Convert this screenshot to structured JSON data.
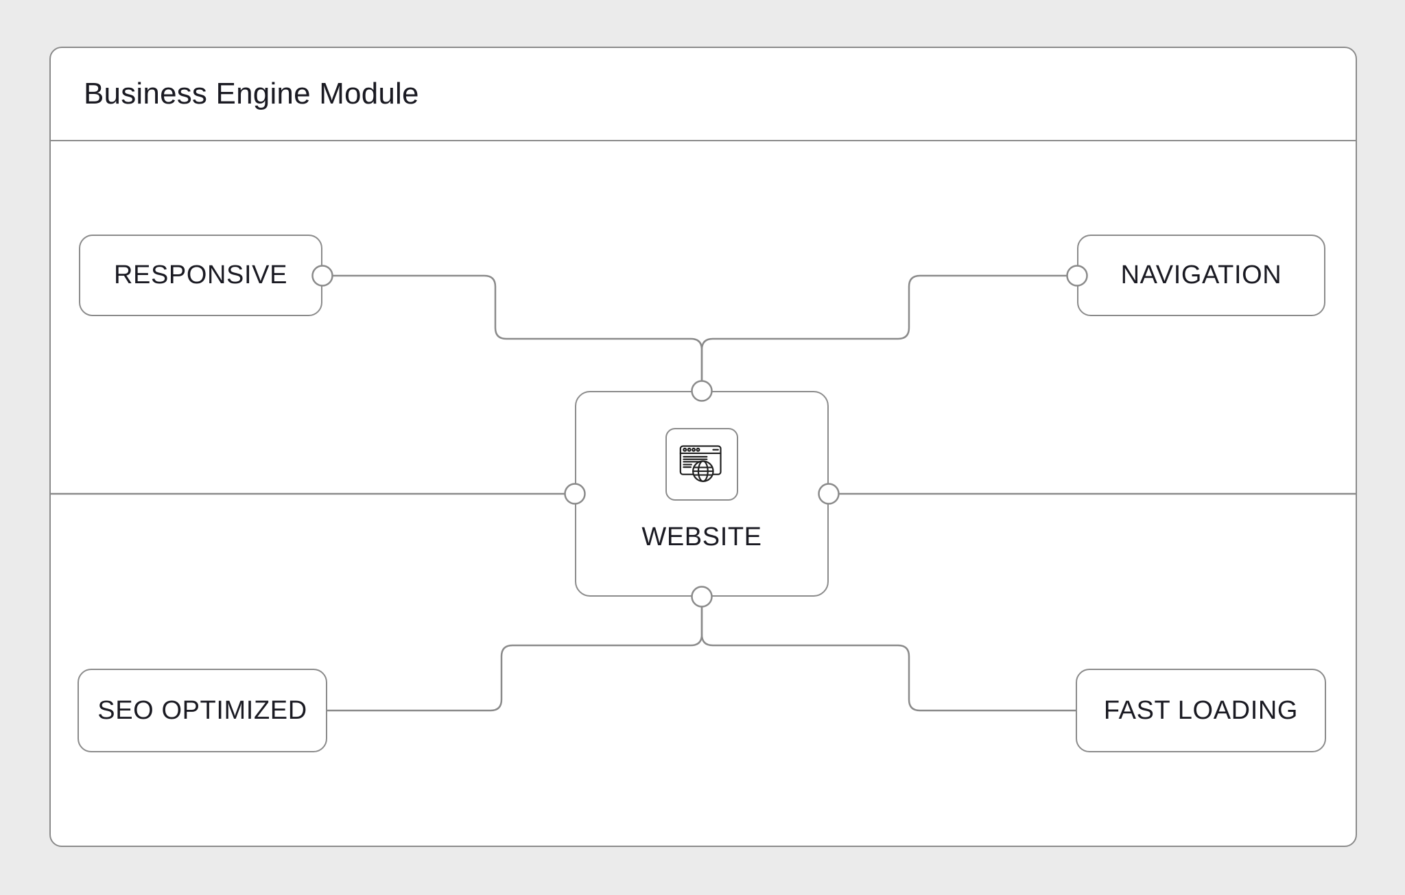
{
  "header": {
    "title": "Business Engine Module"
  },
  "nodes": {
    "website": {
      "label": "WEBSITE"
    },
    "responsive": {
      "label": "RESPONSIVE"
    },
    "navigation": {
      "label": "NAVIGATION"
    },
    "seo": {
      "label": "SEO OPTIMIZED"
    },
    "fast": {
      "label": "FAST LOADING"
    }
  },
  "icons": {
    "website": "browser-globe-icon"
  },
  "colors": {
    "page-bg": "#ebebeb",
    "card-bg": "#ffffff",
    "line": "#8a8a8a",
    "text": "#1a1a22",
    "icon-stroke": "#1f1f1f"
  }
}
